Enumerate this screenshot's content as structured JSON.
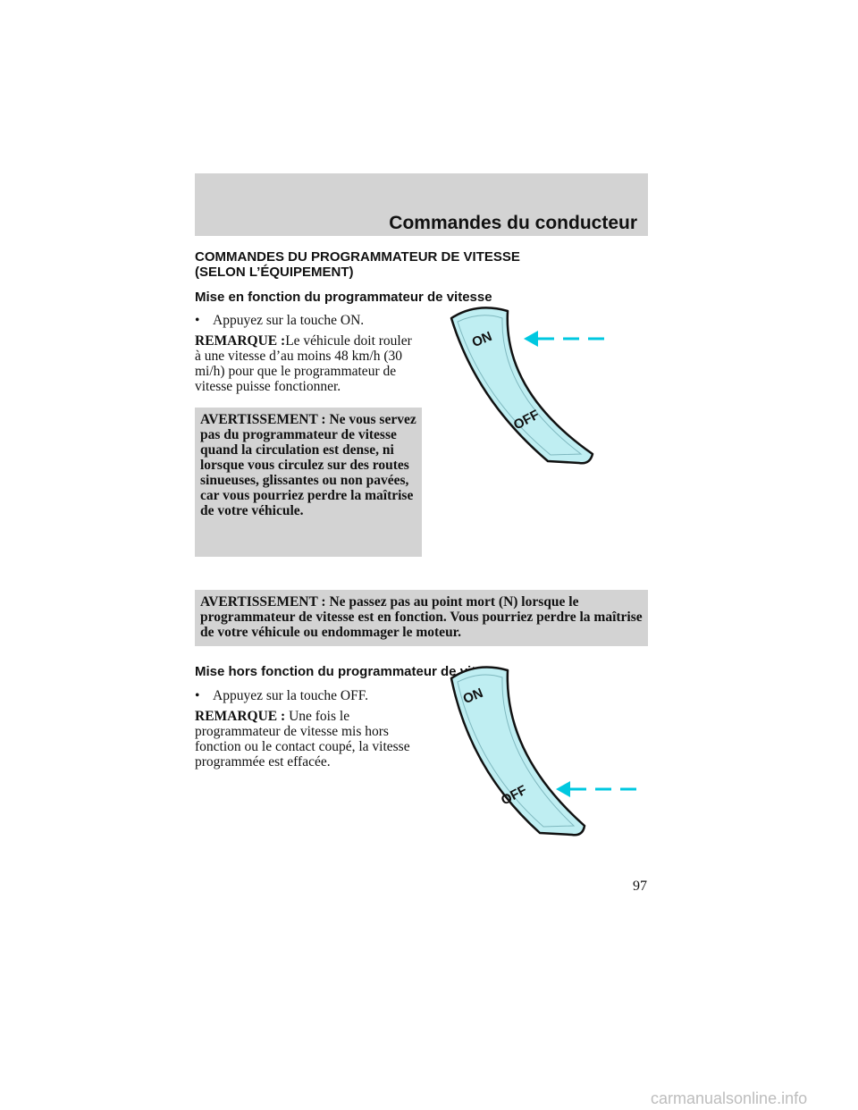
{
  "header": {
    "title": "Commandes du conducteur"
  },
  "section": {
    "title_line1": "COMMANDES DU PROGRAMMATEUR DE VITESSE",
    "title_line2": "(SELON L’ÉQUIPEMENT)"
  },
  "engage": {
    "heading": "Mise en fonction du programmateur de vitesse",
    "bullet_symbol": "•",
    "bullet_text": "Appuyez sur la touche ON.",
    "note_label": "REMARQUE :",
    "note_text": "Le véhicule doit rouler à une vitesse d’au moins 48 km/h (30 mi/h) pour que le programmateur de vitesse puisse fonctionner.",
    "warning": "AVERTISSEMENT : Ne vous servez pas du programmateur de vitesse quand la circulation est dense, ni lorsque vous circulez sur des routes sinueuses, glissantes ou non pavées, car vous pourriez perdre la maîtrise de votre véhicule."
  },
  "neutral_warning": "AVERTISSEMENT : Ne passez pas au point mort (N) lorsque le programmateur de vitesse est en fonction. Vous pourriez perdre la maîtrise de votre véhicule ou endommager le moteur.",
  "disengage": {
    "heading": "Mise hors fonction du programmateur de vitesse",
    "bullet_symbol": "•",
    "bullet_text": "Appuyez sur la touche OFF.",
    "note_label": "REMARQUE :",
    "note_text": "Une fois le programmateur de vitesse mis hors fonction ou le contact coupé, la vitesse programmée est effacée."
  },
  "figure": {
    "on_label": "ON",
    "off_label": "OFF",
    "panel_fill": "#bfeef2",
    "arrow_color": "#00c8e0",
    "highlighted_1": "ON",
    "highlighted_2": "OFF"
  },
  "page_number": "97",
  "watermark": "carmanualsonline.info"
}
